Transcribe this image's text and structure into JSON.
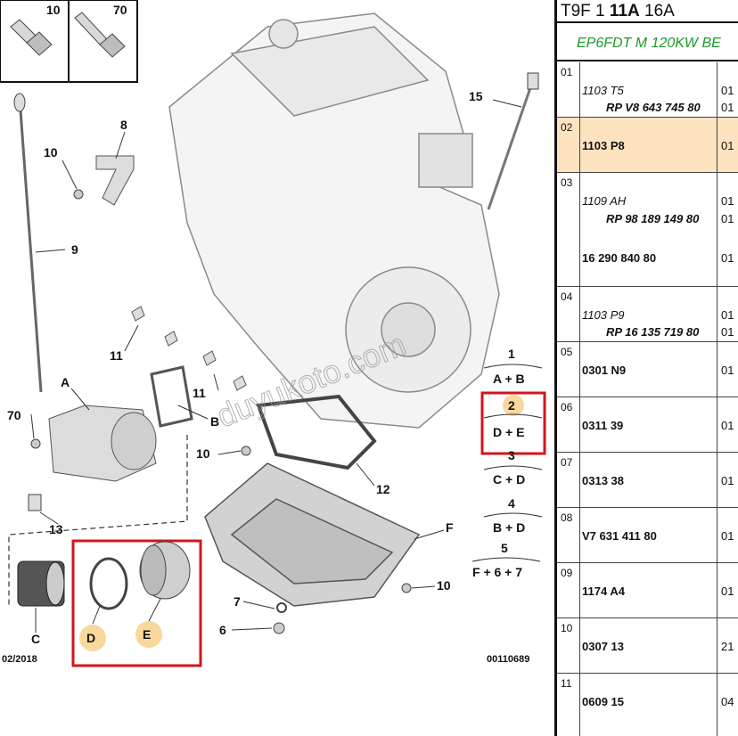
{
  "diagram": {
    "ref_left": "02/2018",
    "ref_right": "00110689",
    "watermark": "duyukoto.com",
    "box_labels": {
      "box1": "10",
      "box2": "70"
    },
    "callouts": {
      "c15": "15",
      "c8": "8",
      "c10a": "10",
      "c9": "9",
      "c11a": "11",
      "c11b": "11",
      "cA": "A",
      "cB": "B",
      "c70": "70",
      "c10b": "10",
      "c12": "12",
      "c13": "13",
      "cF": "F",
      "c10c": "10",
      "c7": "7",
      "c6": "6",
      "cC": "C",
      "cD": "D",
      "cE": "E"
    },
    "legend": [
      {
        "num": "1",
        "combo": "A + B"
      },
      {
        "num": "2",
        "combo": "D + E"
      },
      {
        "num": "3",
        "combo": "C + D"
      },
      {
        "num": "4",
        "combo": "B + D"
      },
      {
        "num": "5",
        "combo": "F + 6 + 7"
      }
    ],
    "colors": {
      "highlight_box": "#d0161b",
      "highlight_circle": "#f7c873",
      "line": "#333333"
    }
  },
  "table": {
    "header_prefix": "T9F 1",
    "header_bold": "11A",
    "header_suffix": "16A",
    "engine": "EP6FDT M 120KW BE",
    "colors": {
      "engine_text": "#1b9a2a",
      "row_highlight": "#fde3c0"
    },
    "rows": [
      {
        "idx": "01",
        "line1": "1103 T5",
        "q1": "01",
        "line2": "RP V8 643 745 80",
        "q2": "01"
      },
      {
        "idx": "02",
        "line1": "1103 P8",
        "q1": "01"
      },
      {
        "idx": "03",
        "line1": "1109 AH",
        "q1": "01",
        "line2": "RP 98 189 149 80",
        "q2": "01",
        "line3": "16 290 840 80",
        "q3": "01"
      },
      {
        "idx": "04",
        "line1": "1103 P9",
        "q1": "01",
        "line2": "RP 16 135 719 80",
        "q2": "01"
      },
      {
        "idx": "05",
        "line1": "0301 N9",
        "q1": "01"
      },
      {
        "idx": "06",
        "line1": "0311 39",
        "q1": "01"
      },
      {
        "idx": "07",
        "line1": "0313 38",
        "q1": "01"
      },
      {
        "idx": "08",
        "line1": "V7 631 411 80",
        "q1": "01"
      },
      {
        "idx": "09",
        "line1": "1174 A4",
        "q1": "01"
      },
      {
        "idx": "10",
        "line1": "0307 13",
        "q1": "21"
      },
      {
        "idx": "11",
        "line1": "0609 15",
        "q1": "04"
      }
    ]
  }
}
